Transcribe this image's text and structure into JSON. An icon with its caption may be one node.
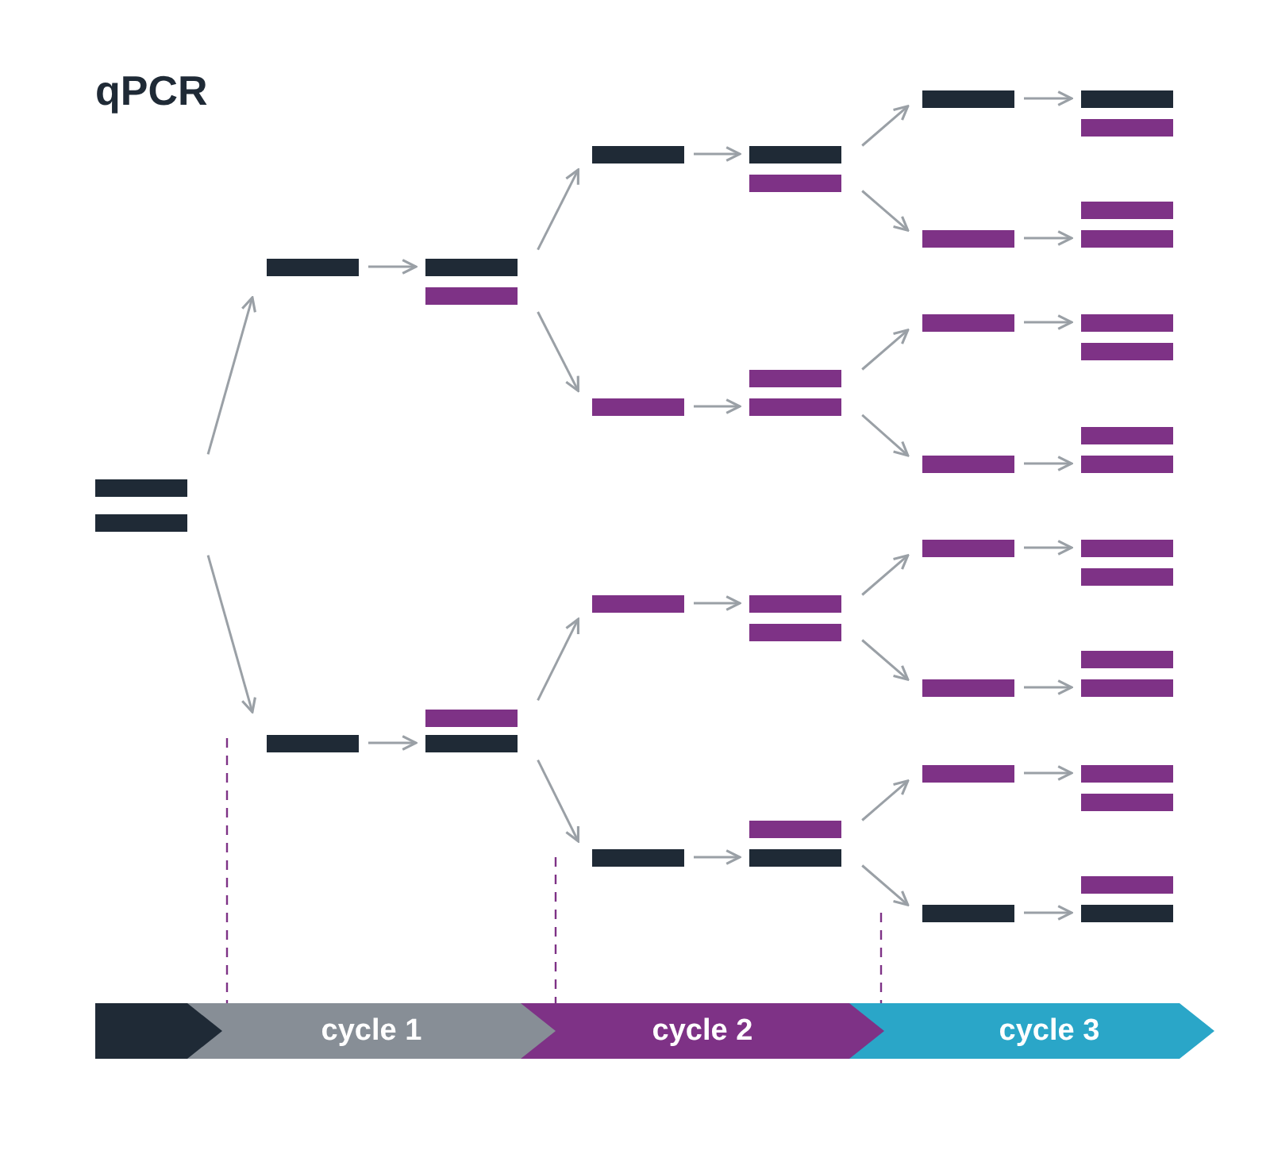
{
  "diagram": {
    "title": "qPCR",
    "nodes": [
      {
        "text": [],
        "shape": "bar"
      },
      {
        "text": [],
        "shape": "bar"
      },
      {
        "text": [],
        "shape": "bar"
      },
      {
        "text": [],
        "shape": "bar"
      },
      {
        "text": [],
        "shape": "bar"
      },
      {
        "text": [],
        "shape": "bar"
      },
      {
        "text": [],
        "shape": "bar"
      },
      {
        "text": [],
        "shape": "bar"
      },
      {
        "text": [],
        "shape": "bar"
      },
      {
        "text": [],
        "shape": "bar"
      },
      {
        "text": [],
        "shape": "bar"
      },
      {
        "text": [],
        "shape": "bar"
      },
      {
        "text": [],
        "shape": "bar"
      },
      {
        "text": [],
        "shape": "bar"
      },
      {
        "text": [],
        "shape": "bar"
      },
      {
        "text": [],
        "shape": "bar"
      },
      {
        "text": [],
        "shape": "bar"
      },
      {
        "text": [],
        "shape": "bar"
      },
      {
        "text": [],
        "shape": "bar"
      },
      {
        "text": [],
        "shape": "bar"
      },
      {
        "text": [],
        "shape": "bar"
      },
      {
        "text": [],
        "shape": "bar"
      },
      {
        "text": [],
        "shape": "bar"
      },
      {
        "text": [],
        "shape": "bar"
      },
      {
        "text": [],
        "shape": "bar"
      },
      {
        "text": [],
        "shape": "bar"
      },
      {
        "text": [],
        "shape": "bar"
      },
      {
        "text": [],
        "shape": "bar"
      },
      {
        "text": [],
        "shape": "bar"
      },
      {
        "text": [],
        "shape": "bar"
      },
      {
        "text": [],
        "shape": "bar"
      },
      {
        "text": [],
        "shape": "bar"
      },
      {
        "text": [],
        "shape": "bar"
      },
      {
        "text": [],
        "shape": "bar"
      },
      {
        "text": [],
        "shape": "bar"
      },
      {
        "text": [],
        "shape": "bar"
      },
      {
        "text": [],
        "shape": "bar"
      },
      {
        "text": [],
        "shape": "bar"
      },
      {
        "text": [],
        "shape": "bar"
      },
      {
        "text": [],
        "shape": "bar"
      },
      {
        "text": [],
        "shape": "bar"
      },
      {
        "text": [],
        "shape": "bar"
      },
      {
        "text": [],
        "shape": "bar"
      },
      {
        "text": [],
        "shape": "bar"
      },
      {
        "text": [],
        "shape": "box"
      },
      {
        "text": [
          "cycle 1"
        ]
      },
      {
        "text": [
          "cycle 2"
        ]
      },
      {
        "text": [
          "cycle 3"
        ]
      }
    ],
    "edges": [
      {
        "from": 0,
        "to": 2,
        "arrow": "to"
      },
      {
        "from": 1,
        "to": 3,
        "arrow": "to"
      },
      {
        "from": 2,
        "to": 4,
        "arrow": "to"
      },
      {
        "from": 3,
        "to": 7,
        "arrow": "to"
      },
      {
        "from": 4,
        "to": 8,
        "arrow": "to"
      },
      {
        "from": 5,
        "to": 9,
        "arrow": "to"
      },
      {
        "from": 6,
        "to": 10,
        "arrow": "to"
      },
      {
        "from": 7,
        "to": 11,
        "arrow": "to"
      },
      {
        "from": 8,
        "to": 12,
        "arrow": "to"
      },
      {
        "from": 9,
        "to": 15,
        "arrow": "to"
      },
      {
        "from": 10,
        "to": 16,
        "arrow": "to"
      },
      {
        "from": 11,
        "to": 19,
        "arrow": "to"
      },
      {
        "from": 12,
        "to": 20,
        "arrow": "to"
      },
      {
        "from": 13,
        "to": 21,
        "arrow": "to"
      },
      {
        "from": 14,
        "to": 22,
        "arrow": "to"
      },
      {
        "from": 15,
        "to": 23,
        "arrow": "to"
      },
      {
        "from": 16,
        "to": 24,
        "arrow": "to"
      },
      {
        "from": 17,
        "to": 25,
        "arrow": "to"
      },
      {
        "from": 18,
        "to": 26,
        "arrow": "to"
      },
      {
        "from": 19,
        "to": 27,
        "arrow": "to"
      },
      {
        "from": 20,
        "to": 28,
        "arrow": "to"
      },
      {
        "from": 21,
        "to": 31,
        "arrow": "to"
      },
      {
        "from": 22,
        "to": 32,
        "arrow": "to"
      },
      {
        "from": 23,
        "to": 35,
        "arrow": "to"
      },
      {
        "from": 24,
        "to": 36,
        "arrow": "to"
      },
      {
        "from": 25,
        "to": 39,
        "arrow": "to"
      },
      {
        "from": 26,
        "to": 40,
        "arrow": "to"
      },
      {
        "from": 27,
        "to": 43,
        "arrow": "to"
      }
    ]
  }
}
